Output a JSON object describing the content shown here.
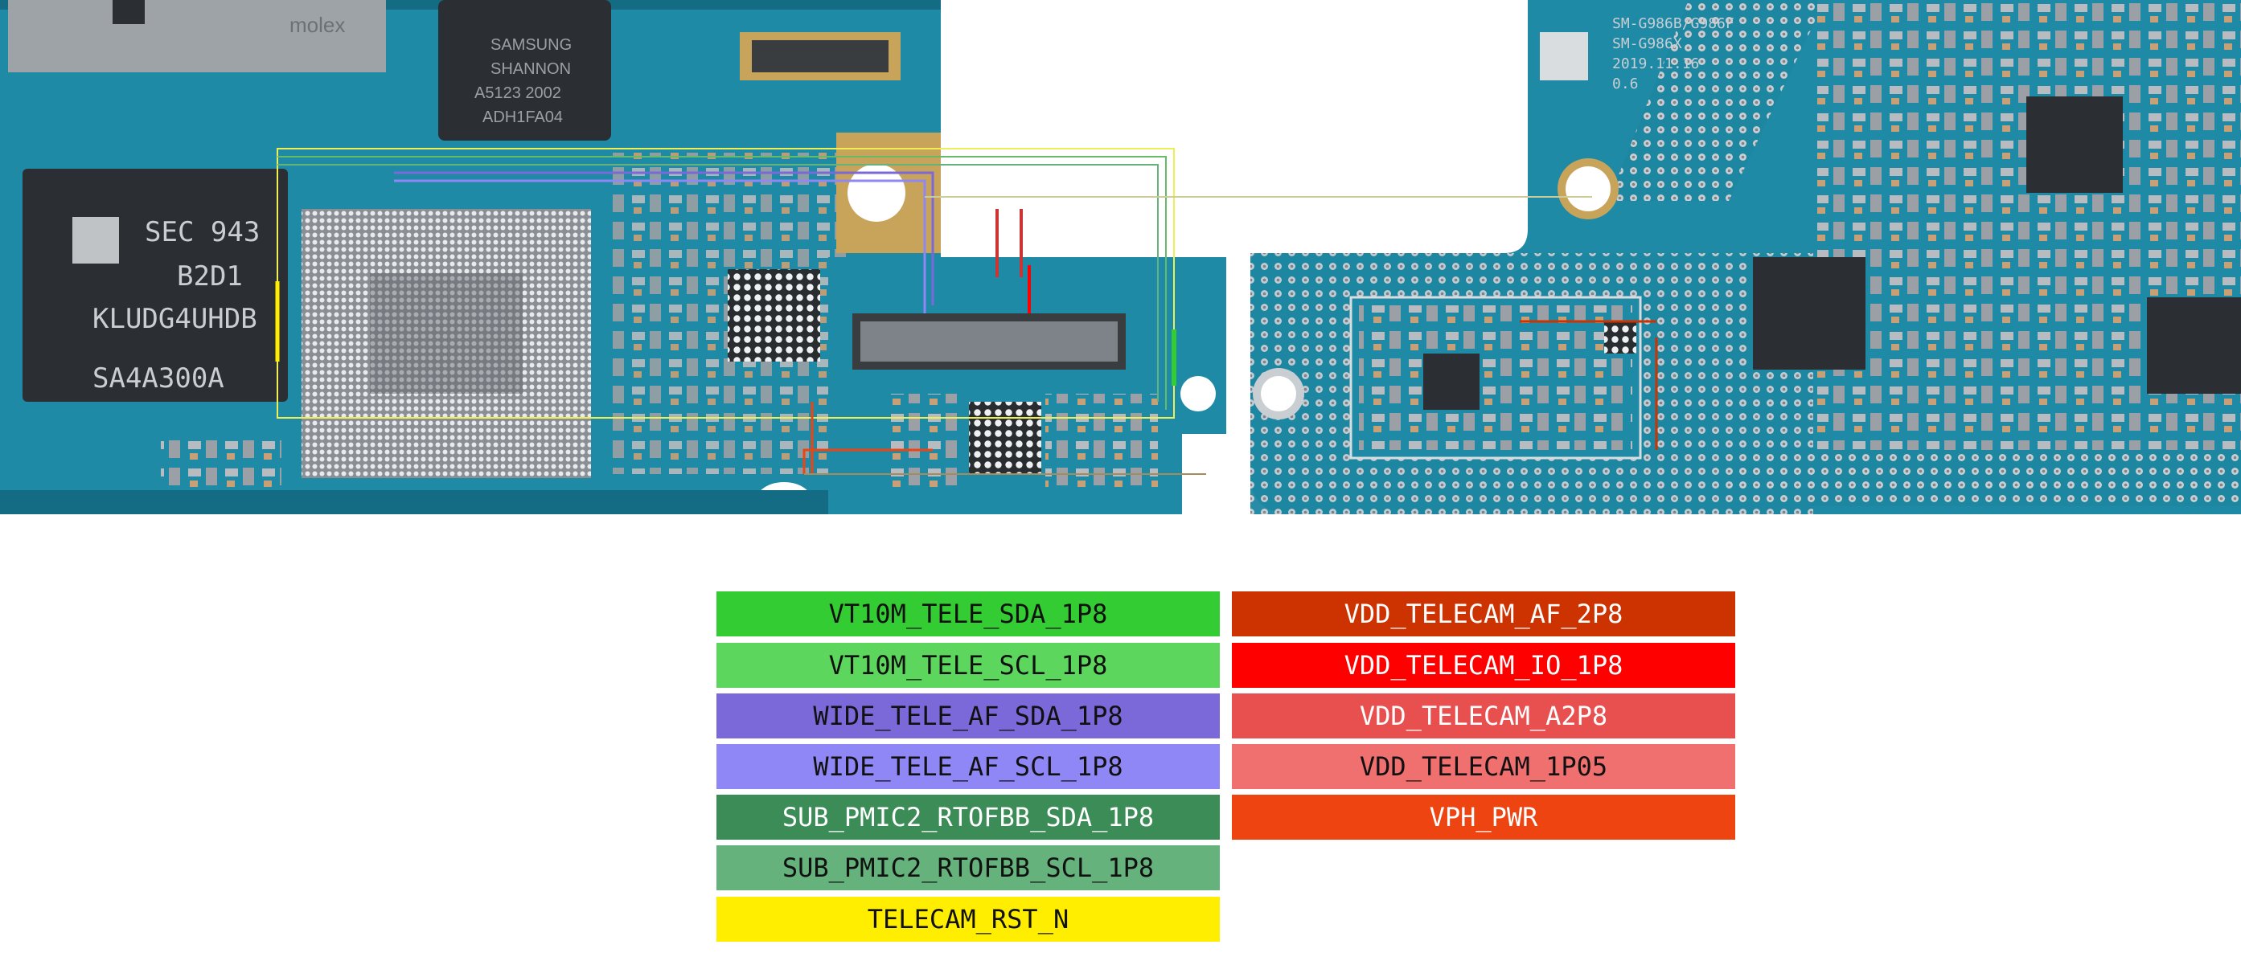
{
  "board": {
    "chip_labels": {
      "memory": [
        "SEC 943",
        "B2D1",
        "KLUDG4UHDB",
        "SA4A300A"
      ],
      "modem": [
        "SAMSUNG",
        "SHANNON",
        "A5123    2002",
        "ADH1FA04"
      ],
      "connector_brand": "molex",
      "model": [
        "SM-G986B/G986F",
        "SM-G986X",
        "2019.11.16",
        "0.6"
      ]
    },
    "colors": {
      "pcb": "#1f8aa6",
      "pcb_dark": "#136b84",
      "silkscreen": "#d9dde0"
    }
  },
  "legend": {
    "left": [
      {
        "label": "VT10M_TELE_SDA_1P8",
        "bg": "#33cc33",
        "fg": "#111111"
      },
      {
        "label": "VT10M_TELE_SCL_1P8",
        "bg": "#5cd65c",
        "fg": "#111111"
      },
      {
        "label": "WIDE_TELE_AF_SDA_1P8",
        "bg": "#7b68d9",
        "fg": "#111111"
      },
      {
        "label": "WIDE_TELE_AF_SCL_1P8",
        "bg": "#8f87f5",
        "fg": "#111111"
      },
      {
        "label": "SUB_PMIC2_RTOFBB_SDA_1P8",
        "bg": "#3c8c58",
        "fg": "#ffffff"
      },
      {
        "label": "SUB_PMIC2_RTOFBB_SCL_1P8",
        "bg": "#66b27c",
        "fg": "#111111"
      },
      {
        "label": "TELECAM_RST_N",
        "bg": "#ffee00",
        "fg": "#111111"
      }
    ],
    "right": [
      {
        "label": "VDD_TELECAM_AF_2P8",
        "bg": "#cc3300",
        "fg": "#ffffff"
      },
      {
        "label": "VDD_TELECAM_IO_1P8",
        "bg": "#ff0000",
        "fg": "#ffffff"
      },
      {
        "label": "VDD_TELECAM_A2P8",
        "bg": "#e85050",
        "fg": "#ffffff"
      },
      {
        "label": "VDD_TELECAM_1P05",
        "bg": "#f07070",
        "fg": "#111111"
      },
      {
        "label": "VPH_PWR",
        "bg": "#ee4411",
        "fg": "#ffffff"
      }
    ]
  }
}
